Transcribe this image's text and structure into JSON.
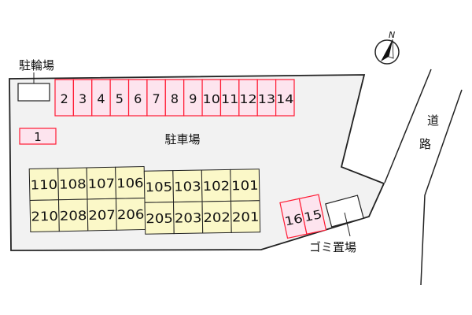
{
  "labels": {
    "bicycle_parking": "駐輪場",
    "parking_lot": "駐車場",
    "garbage_area": "ゴミ置場",
    "road": "道路",
    "north": "N"
  },
  "parking_spaces_top": [
    "2",
    "3",
    "4",
    "5",
    "6",
    "7",
    "8",
    "9",
    "10",
    "11",
    "12",
    "13",
    "14"
  ],
  "parking_space_single": "1",
  "parking_spaces_right": [
    "16",
    "15"
  ],
  "building_left": {
    "row1": [
      "110",
      "108",
      "107",
      "106"
    ],
    "row2": [
      "210",
      "208",
      "207",
      "206"
    ]
  },
  "building_right": {
    "row1": [
      "105",
      "103",
      "102",
      "101"
    ],
    "row2": [
      "205",
      "203",
      "202",
      "201"
    ]
  },
  "colors": {
    "lot_fill": "#f2f2f2",
    "space_fill": "#fde4ee",
    "space_stroke": "#ff1a33",
    "building_fill": "#fbf8c8"
  }
}
